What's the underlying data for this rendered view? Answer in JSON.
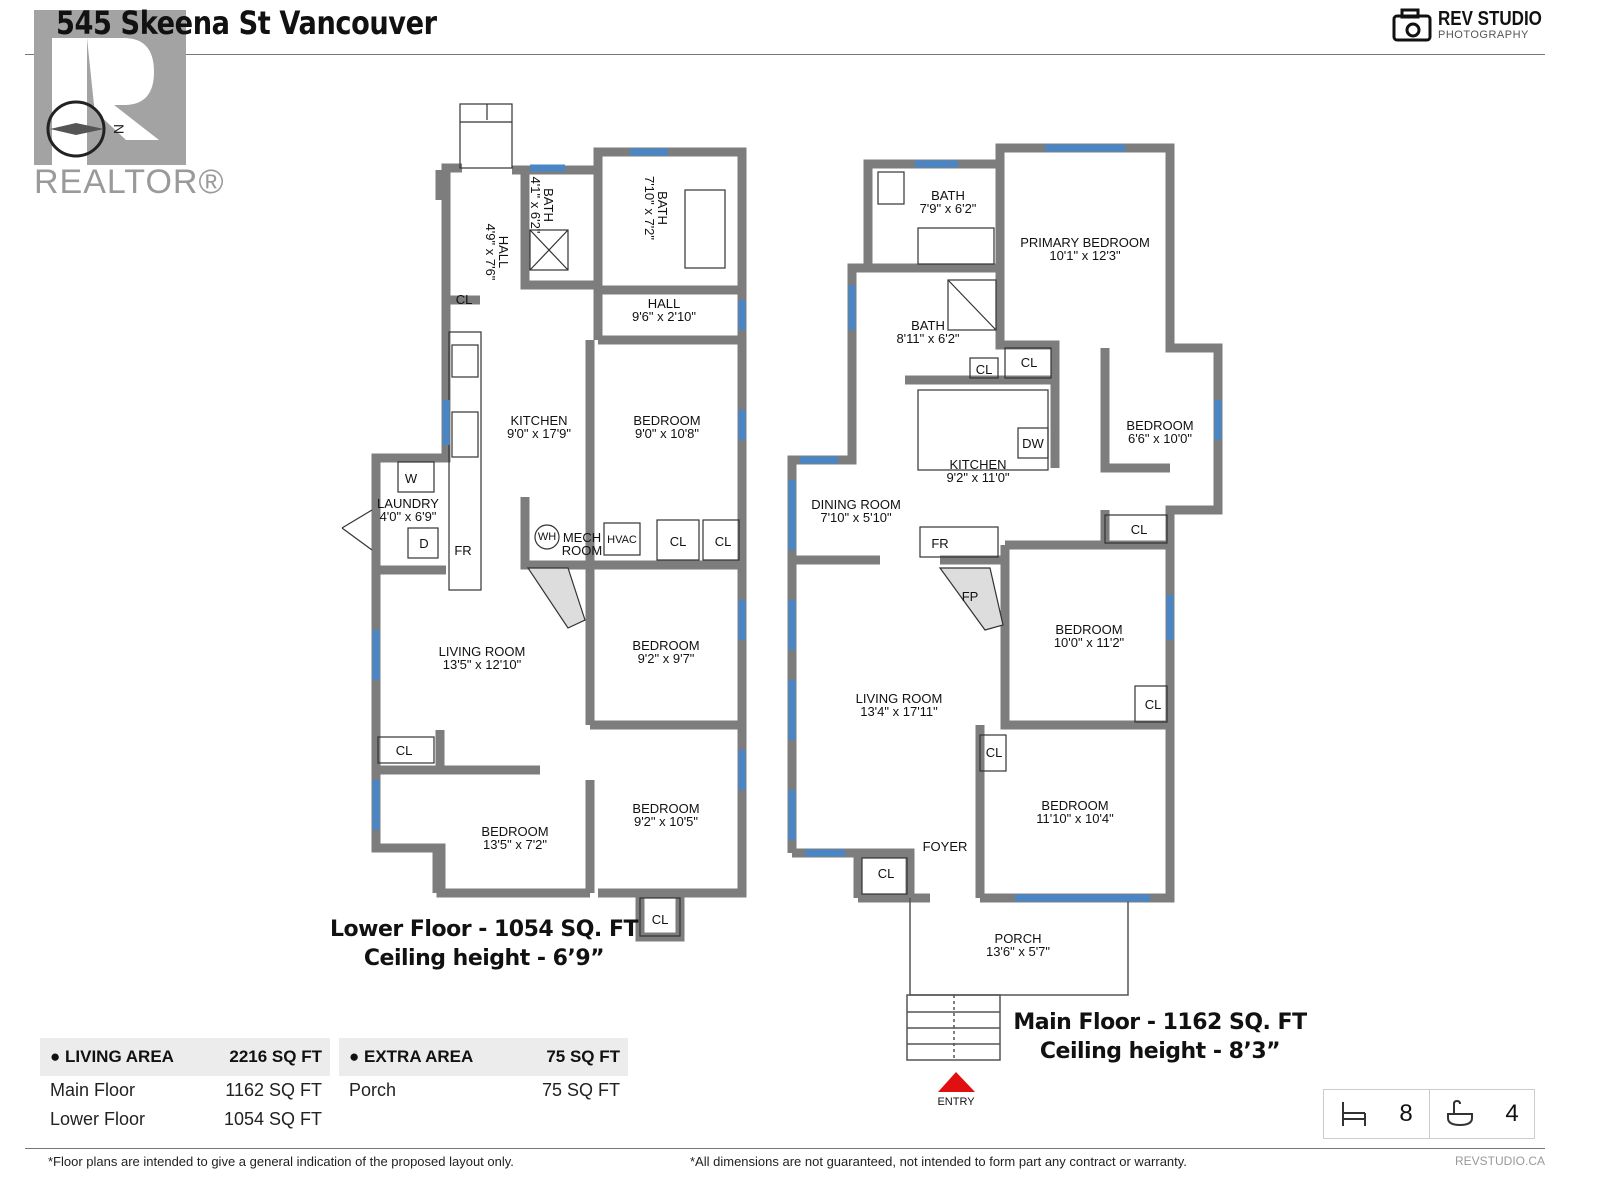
{
  "header": {
    "title": "545 Skeena St Vancouver",
    "brand_name": "REV STUDIO",
    "brand_sub": "PHOTOGRAPHY",
    "watermark": "REALTOR®",
    "compass": "N"
  },
  "lower_floor": {
    "caption_line1": "Lower Floor - 1054 SQ. FT",
    "caption_line2": "Ceiling height - 6’9”",
    "rooms": [
      {
        "name": "HALL",
        "dims": "4'9\" x 7'6\""
      },
      {
        "name": "BATH",
        "dims": "4'1\" x 6'2\""
      },
      {
        "name": "BATH",
        "dims": "7'10\" x 7'2\""
      },
      {
        "name": "HALL",
        "dims": "9'6\" x 2'10\""
      },
      {
        "name": "KITCHEN",
        "dims": "9'0\" x 17'9\""
      },
      {
        "name": "BEDROOM",
        "dims": "9'0\" x 10'8\""
      },
      {
        "name": "LAUNDRY",
        "dims": "4'0\" x 6'9\""
      },
      {
        "name": "MECH ROOM",
        "dims": ""
      },
      {
        "name": "LIVING ROOM",
        "dims": "13'5\" x 12'10\""
      },
      {
        "name": "BEDROOM",
        "dims": "9'2\" x 9'7\""
      },
      {
        "name": "BEDROOM",
        "dims": "9'2\" x 10'5\""
      },
      {
        "name": "BEDROOM",
        "dims": "13'5\" x 7'2\""
      }
    ],
    "fixtures": {
      "cl": "CL",
      "w": "W",
      "d": "D",
      "fr": "FR",
      "wh": "WH",
      "mech1": "MECH",
      "mech2": "ROOM",
      "hvac": "HVAC"
    }
  },
  "main_floor": {
    "caption_line1": "Main Floor - 1162 SQ. FT",
    "caption_line2": "Ceiling height - 8’3”",
    "rooms": [
      {
        "name": "BATH",
        "dims": "7'9\" x 6'2\""
      },
      {
        "name": "PRIMARY BEDROOM",
        "dims": "10'1\" x 12'3\""
      },
      {
        "name": "BATH",
        "dims": "8'11\" x 6'2\""
      },
      {
        "name": "BEDROOM",
        "dims": "6'6\" x 10'0\""
      },
      {
        "name": "KITCHEN",
        "dims": "9'2\" x 11'0\""
      },
      {
        "name": "DINING ROOM",
        "dims": "7'10\" x 5'10\""
      },
      {
        "name": "BEDROOM",
        "dims": "10'0\" x 11'2\""
      },
      {
        "name": "LIVING ROOM",
        "dims": "13'4\" x 17'11\""
      },
      {
        "name": "BEDROOM",
        "dims": "11'10\" x 10'4\""
      },
      {
        "name": "FOYER",
        "dims": ""
      },
      {
        "name": "PORCH",
        "dims": "13'6\" x 5'7\""
      }
    ],
    "fixtures": {
      "cl": "CL",
      "dw": "DW",
      "fr": "FR",
      "fp": "FP"
    },
    "entry": "ENTRY"
  },
  "area_table": {
    "living": {
      "label": "LIVING AREA",
      "total": "2216 SQ FT",
      "rows": [
        {
          "name": "Main Floor",
          "value": "1162 SQ FT"
        },
        {
          "name": "Lower Floor",
          "value": "1054 SQ FT"
        }
      ]
    },
    "extra": {
      "label": "EXTRA AREA",
      "total": "75 SQ FT",
      "rows": [
        {
          "name": "Porch",
          "value": "75 SQ FT"
        }
      ]
    }
  },
  "counts": {
    "beds": "8",
    "baths": "4"
  },
  "footer": {
    "left": "*Floor plans are intended to give a general indication of the proposed layout only.",
    "middle": "*All dimensions are not guaranteed, not intended to form part any contract or warranty.",
    "right": "REVSTUDIO.CA"
  },
  "colors": {
    "wall": "#7d7d7d",
    "window": "#4a86c5",
    "entry": "#e01010"
  }
}
